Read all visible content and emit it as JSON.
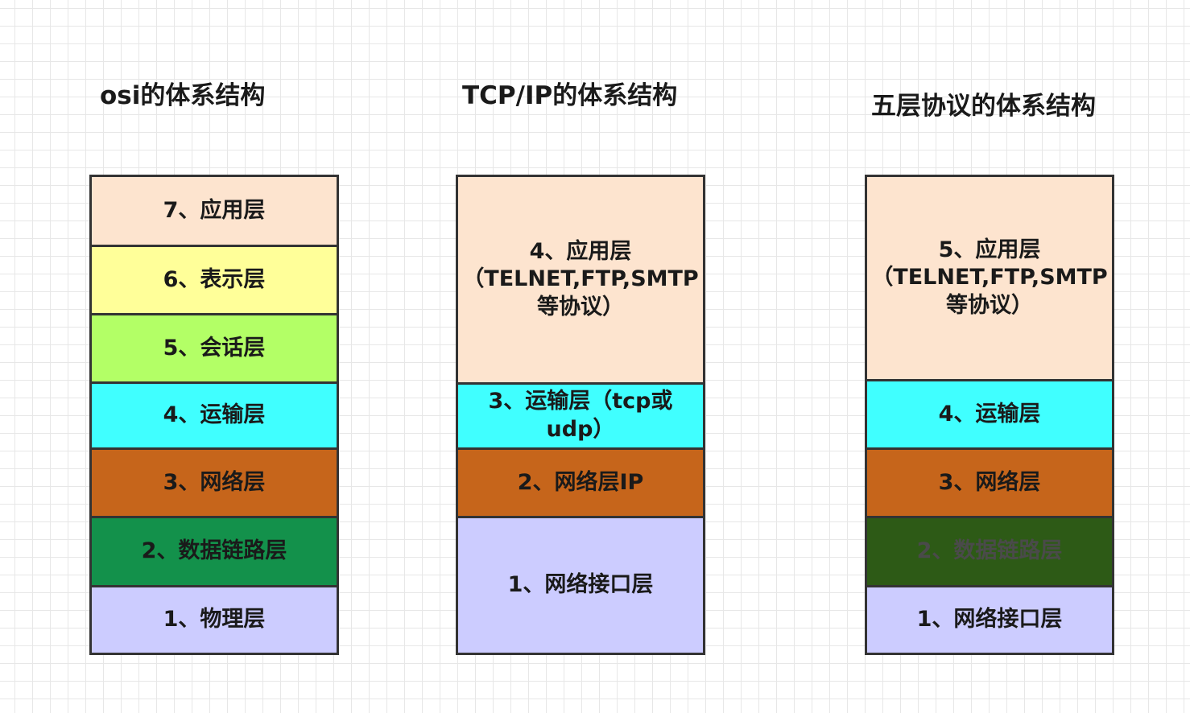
{
  "diagrams": [
    {
      "title": "osi的体系结构",
      "layers": [
        {
          "label": "7、应用层",
          "color": "#fde4cf"
        },
        {
          "label": "6、表示层",
          "color": "#ffff99"
        },
        {
          "label": "5、会话层",
          "color": "#b3ff66"
        },
        {
          "label": "4、运输层",
          "color": "#40ffff"
        },
        {
          "label": "3、网络层",
          "color": "#c6651b"
        },
        {
          "label": "2、数据链路层",
          "color": "#13914b"
        },
        {
          "label": "1、物理层",
          "color": "#ccccff"
        }
      ]
    },
    {
      "title": "TCP/IP的体系结构",
      "layers": [
        {
          "label": "4、应用层（TELNET,FTP,SMTP等协议）",
          "color": "#fde4cf"
        },
        {
          "label": "3、运输层（tcp或udp）",
          "color": "#40ffff"
        },
        {
          "label": "2、网络层IP",
          "color": "#c6651b"
        },
        {
          "label": "1、网络接口层",
          "color": "#ccccff"
        }
      ]
    },
    {
      "title": "五层协议的体系结构",
      "layers": [
        {
          "label": "5、应用层（TELNET,FTP,SMTP等协议）",
          "color": "#fde4cf"
        },
        {
          "label": "4、运输层",
          "color": "#40ffff"
        },
        {
          "label": "3、网络层",
          "color": "#c6651b"
        },
        {
          "label": "2、数据链路层",
          "color": "#2d5a16"
        },
        {
          "label": "1、网络接口层",
          "color": "#ccccff"
        }
      ]
    }
  ]
}
